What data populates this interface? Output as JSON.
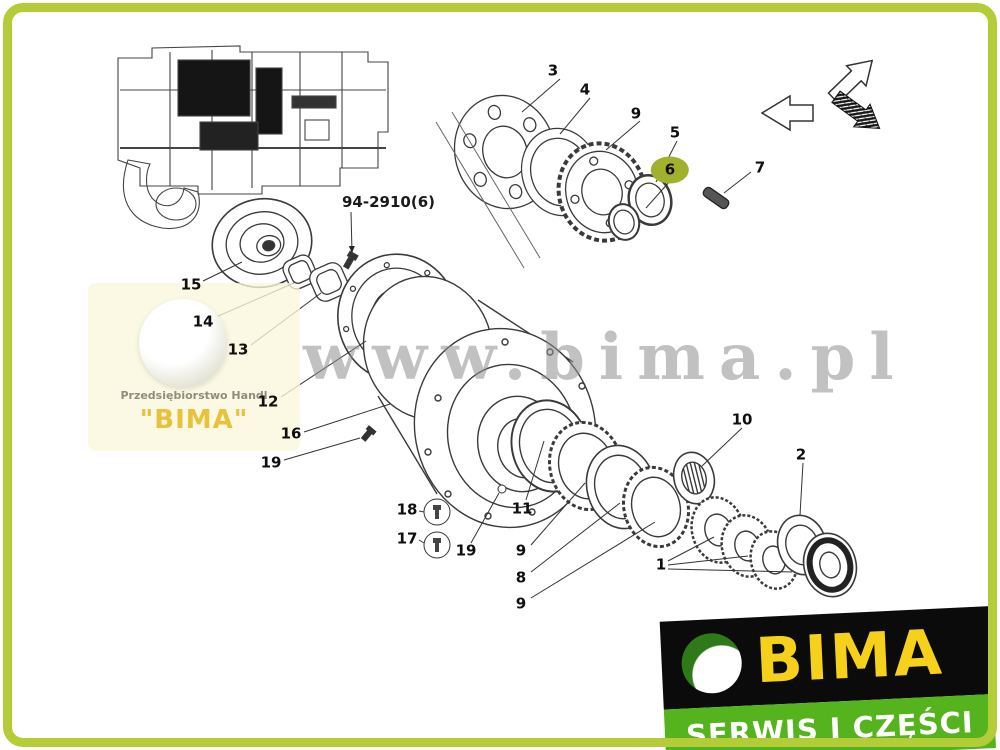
{
  "colors": {
    "frame_green": "#b4cc38",
    "highlight_olive": "#a2b12d",
    "brand_yellow": "#f6d11c",
    "brand_green": "#55b41d",
    "banner_black": "#0b0b0b",
    "watermark_gray": "#8f8f8f"
  },
  "watermark": {
    "text": "www.bima.pl"
  },
  "part_code": {
    "text": "94-2910(6)"
  },
  "callouts": [
    {
      "n": "3"
    },
    {
      "n": "4"
    },
    {
      "n": "9"
    },
    {
      "n": "5"
    },
    {
      "n": "6",
      "highlighted": true
    },
    {
      "n": "7"
    },
    {
      "n": "15"
    },
    {
      "n": "14"
    },
    {
      "n": "13"
    },
    {
      "n": "12"
    },
    {
      "n": "16"
    },
    {
      "n": "19"
    },
    {
      "n": "18"
    },
    {
      "n": "17"
    },
    {
      "n": "19"
    },
    {
      "n": "11"
    },
    {
      "n": "9"
    },
    {
      "n": "8"
    },
    {
      "n": "9"
    },
    {
      "n": "10"
    },
    {
      "n": "2"
    },
    {
      "n": "1"
    }
  ],
  "stamp": {
    "company": "Przedsiębiorstwo Handl",
    "name": "\"BIMA\""
  },
  "brand": {
    "name": "BIMA",
    "tagline": "SERWIS I CZĘŚCI"
  },
  "icons": {
    "nav": [
      "arrow-left",
      "arrow-up-right",
      "arrow-down-right-hatched"
    ],
    "logo": "bima-ball"
  }
}
